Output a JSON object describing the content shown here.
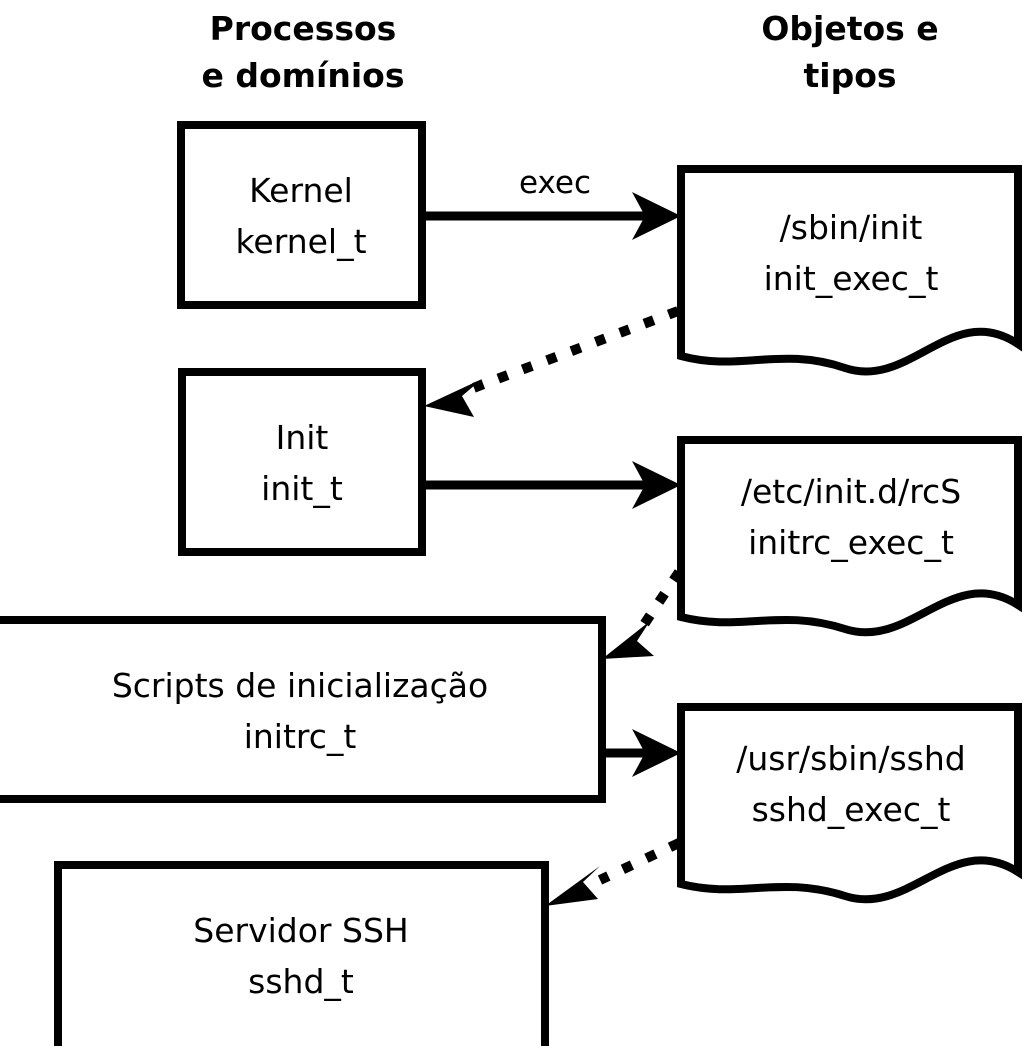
{
  "columns": {
    "left": {
      "title_line1": "Processos",
      "title_line2": "e domínios"
    },
    "right": {
      "title_line1": "Objetos e",
      "title_line2": "tipos"
    }
  },
  "theme": {
    "stroke": "#000000",
    "fill": "#ffffff",
    "background": "#ffffff"
  },
  "processes": [
    {
      "id": "kernel",
      "name_line1": "Kernel",
      "name_line2": "kernel_t"
    },
    {
      "id": "init",
      "name_line1": "Init",
      "name_line2": "init_t"
    },
    {
      "id": "initrc",
      "name_line1": "Scripts de inicialização",
      "name_line2": "initrc_t"
    },
    {
      "id": "sshd",
      "name_line1": "Servidor SSH",
      "name_line2": "sshd_t"
    }
  ],
  "objects": [
    {
      "id": "init_exec",
      "path": "/sbin/init",
      "type": "init_exec_t"
    },
    {
      "id": "initrc_exec",
      "path": "/etc/init.d/rcS",
      "type": "initrc_exec_t"
    },
    {
      "id": "sshd_exec",
      "path": "/usr/sbin/sshd",
      "type": "sshd_exec_t"
    }
  ],
  "edges": [
    {
      "id": "kernel-exec-init_exec",
      "from": "kernel",
      "to": "init_exec",
      "label": "exec",
      "style": "solid"
    },
    {
      "id": "init_exec-transition-init",
      "from": "init_exec",
      "to": "init",
      "label": "",
      "style": "dotted"
    },
    {
      "id": "init-exec-initrc_exec",
      "from": "init",
      "to": "initrc_exec",
      "label": "",
      "style": "solid"
    },
    {
      "id": "initrc_exec-transition-initrc",
      "from": "initrc_exec",
      "to": "initrc",
      "label": "",
      "style": "dotted"
    },
    {
      "id": "initrc-exec-sshd_exec",
      "from": "initrc",
      "to": "sshd_exec",
      "label": "",
      "style": "solid"
    },
    {
      "id": "sshd_exec-transition-sshd",
      "from": "sshd_exec",
      "to": "sshd",
      "label": "",
      "style": "dotted"
    }
  ]
}
